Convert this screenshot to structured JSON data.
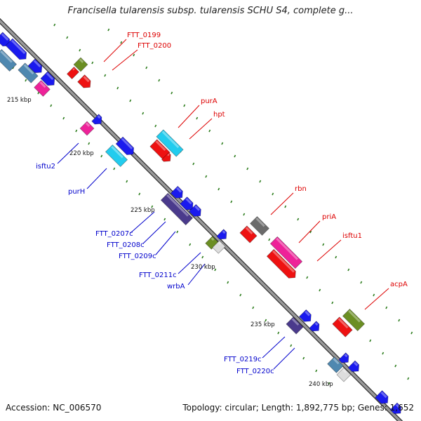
{
  "title": "Francisella tularensis subsp. tularensis SCHU S4, complete g...",
  "footer": {
    "accession": "Accession: NC_006570",
    "topology": "Topology: circular; Length: 1,892,775 bp; Genes: 1,652"
  },
  "colors": {
    "backbone": "#8a8a8a",
    "forward_strand_label": "#dd0000",
    "reverse_strand_label": "#0000cc",
    "tick": "#2e7d1e",
    "blue": "#1a1aee",
    "red": "#ee1111",
    "cyan": "#22ccee",
    "magenta": "#ee2299",
    "olive": "#6b8e23",
    "steel": "#4f88b0",
    "indigo": "#4a3a8c",
    "gray": "#6b6b6b",
    "white": "#dddddd"
  },
  "kbp_labels": [
    "215 kbp",
    "220 kbp",
    "225 kbp",
    "230 kbp",
    "235 kbp",
    "240 kbp"
  ],
  "forward_labels": [
    "FTT_0199",
    "FTT_0200",
    "purA",
    "hpt",
    "rbn",
    "priA",
    "isftu1",
    "acpA"
  ],
  "reverse_labels": [
    "isftu2",
    "purH",
    "FTT_0207c",
    "FTT_0208c",
    "FTT_0209c",
    "FTT_0211c",
    "wrbA",
    "FTT_0219c",
    "FTT_0220c"
  ]
}
